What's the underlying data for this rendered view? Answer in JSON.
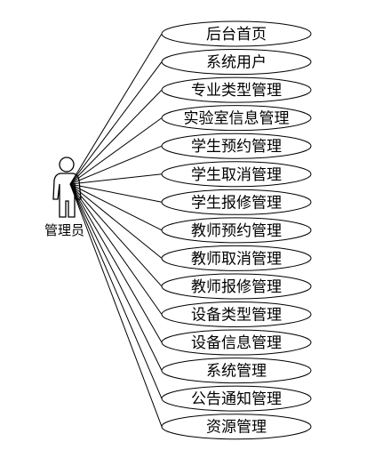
{
  "actor": {
    "label": "管理员"
  },
  "use_cases": [
    {
      "label": "后台首页"
    },
    {
      "label": "系统用户"
    },
    {
      "label": "专业类型管理"
    },
    {
      "label": "实验室信息管理"
    },
    {
      "label": "学生预约管理"
    },
    {
      "label": "学生取消管理"
    },
    {
      "label": "学生报修管理"
    },
    {
      "label": "教师预约管理"
    },
    {
      "label": "教师取消管理"
    },
    {
      "label": "教师报修管理"
    },
    {
      "label": "设备类型管理"
    },
    {
      "label": "设备信息管理"
    },
    {
      "label": "系统管理"
    },
    {
      "label": "公告通知管理"
    },
    {
      "label": "资源管理"
    }
  ],
  "colors": {
    "stroke": "#000000",
    "background": "#ffffff"
  }
}
